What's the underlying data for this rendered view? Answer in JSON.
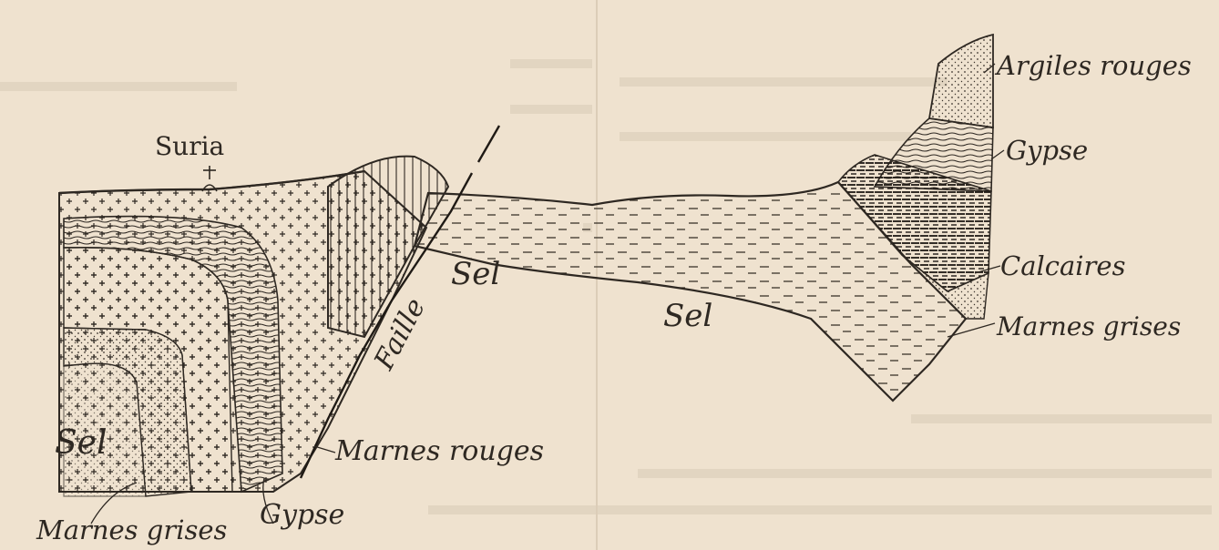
{
  "diagram": {
    "labels": {
      "suria": "Suria",
      "argiles_rouges": "Argiles rouges",
      "gypse_right": "Gypse",
      "calcaires": "Calcaires",
      "marnes_grises_right": "Marnes grises",
      "sel_center": "Sel",
      "sel_right": "Sel",
      "faille": "Faille",
      "sel_left": "Sel",
      "marnes_rouges": "Marnes rouges",
      "gypse_left": "Gypse",
      "marnes_grises_left": "Marnes grises"
    },
    "colors": {
      "paper": "#efe2cf",
      "ink": "#2e2822",
      "background_text": "#c9b9a3"
    }
  }
}
